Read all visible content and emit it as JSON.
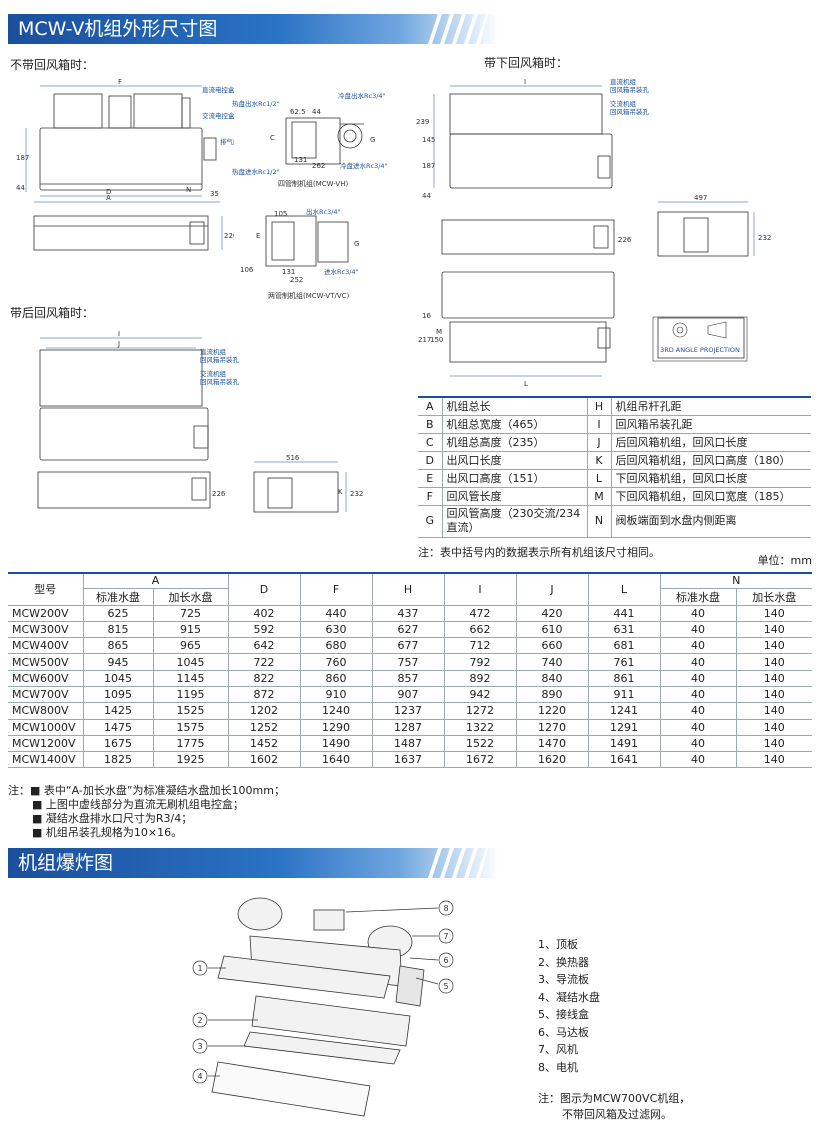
{
  "section1": {
    "title": "MCW-V机组外形尺寸图"
  },
  "section2": {
    "title": "机组爆炸图"
  },
  "views": {
    "no_return_box": "不带回风箱时：",
    "bottom_return_box": "带下回风箱时：",
    "rear_return_box": "带后回风箱时："
  },
  "drawing_labels": {
    "four_pipe": "四管制机组(MCW-VH)",
    "two_pipe": "两管制机组(MCW-VT/VC)",
    "dc_box": "直流电控盒",
    "ac_box": "交流电控盒",
    "vent_valve": "排气阀",
    "hot_out": "热盘出水Rc1/2\"",
    "hot_in": "热盘进水Rc1/2\"",
    "cold_out": "冷盘出水Rc3/4\"",
    "cold_in": "冷盘进水Rc3/4\"",
    "out_water": "出水Rc3/4\"",
    "in_water": "进水Rc3/4\"",
    "dc_unit": "直流机组",
    "return_hole": "回风箱吊装孔",
    "ac_unit": "交流机组",
    "projection": "3RD ANGLE PROJECTION",
    "dims": {
      "d187": "187",
      "d44": "44",
      "d35": "35",
      "d226": "226",
      "d239": "239",
      "d145": "145",
      "d497": "497",
      "d232": "232",
      "d516": "516",
      "d16": "16",
      "d217": "217",
      "d150": "150",
      "d62_5": "62.5",
      "d44b": "44",
      "d131": "131",
      "d262": "262",
      "d105": "105",
      "d106": "106",
      "d252": "252"
    },
    "letters": {
      "A": "A",
      "B": "B",
      "C": "C",
      "D": "D",
      "E": "E",
      "F": "F",
      "G": "G",
      "H": "H",
      "I": "I",
      "J": "J",
      "K": "K",
      "L": "L",
      "M": "M",
      "N": "N"
    }
  },
  "legend": [
    {
      "k1": "A",
      "v1": "机组总长",
      "k2": "H",
      "v2": "机组吊杆孔距"
    },
    {
      "k1": "B",
      "v1": "机组总宽度（465）",
      "k2": "I",
      "v2": "回风箱吊装孔距"
    },
    {
      "k1": "C",
      "v1": "机组总高度（235）",
      "k2": "J",
      "v2": "后回风箱机组，回风口长度"
    },
    {
      "k1": "D",
      "v1": "出风口长度",
      "k2": "K",
      "v2": "后回风箱机组，回风口高度（180）"
    },
    {
      "k1": "E",
      "v1": "出风口高度（151）",
      "k2": "L",
      "v2": "下回风箱机组，回风口长度"
    },
    {
      "k1": "F",
      "v1": "回风管长度",
      "k2": "M",
      "v2": "下回风箱机组，回风口宽度（185）"
    },
    {
      "k1": "G",
      "v1": "回风管高度（230交流/234直流）",
      "k2": "N",
      "v2": "阀板端面到水盘内侧距离"
    }
  ],
  "legend_note": "注：表中括号内的数据表示所有机组该尺寸相同。",
  "unit": "单位：mm",
  "spec": {
    "headers": {
      "model": "型号",
      "A": "A",
      "D": "D",
      "F": "F",
      "H": "H",
      "I": "I",
      "J": "J",
      "L": "L",
      "N": "N",
      "std": "标准水盘",
      "ext": "加长水盘"
    },
    "rows": [
      {
        "model": "MCW200V",
        "a1": "625",
        "a2": "725",
        "d": "402",
        "f": "440",
        "h": "437",
        "i": "472",
        "j": "420",
        "l": "441",
        "n1": "40",
        "n2": "140"
      },
      {
        "model": "MCW300V",
        "a1": "815",
        "a2": "915",
        "d": "592",
        "f": "630",
        "h": "627",
        "i": "662",
        "j": "610",
        "l": "631",
        "n1": "40",
        "n2": "140"
      },
      {
        "model": "MCW400V",
        "a1": "865",
        "a2": "965",
        "d": "642",
        "f": "680",
        "h": "677",
        "i": "712",
        "j": "660",
        "l": "681",
        "n1": "40",
        "n2": "140"
      },
      {
        "model": "MCW500V",
        "a1": "945",
        "a2": "1045",
        "d": "722",
        "f": "760",
        "h": "757",
        "i": "792",
        "j": "740",
        "l": "761",
        "n1": "40",
        "n2": "140"
      },
      {
        "model": "MCW600V",
        "a1": "1045",
        "a2": "1145",
        "d": "822",
        "f": "860",
        "h": "857",
        "i": "892",
        "j": "840",
        "l": "861",
        "n1": "40",
        "n2": "140"
      },
      {
        "model": "MCW700V",
        "a1": "1095",
        "a2": "1195",
        "d": "872",
        "f": "910",
        "h": "907",
        "i": "942",
        "j": "890",
        "l": "911",
        "n1": "40",
        "n2": "140"
      },
      {
        "model": "MCW800V",
        "a1": "1425",
        "a2": "1525",
        "d": "1202",
        "f": "1240",
        "h": "1237",
        "i": "1272",
        "j": "1220",
        "l": "1241",
        "n1": "40",
        "n2": "140"
      },
      {
        "model": "MCW1000V",
        "a1": "1475",
        "a2": "1575",
        "d": "1252",
        "f": "1290",
        "h": "1287",
        "i": "1322",
        "j": "1270",
        "l": "1291",
        "n1": "40",
        "n2": "140"
      },
      {
        "model": "MCW1200V",
        "a1": "1675",
        "a2": "1775",
        "d": "1452",
        "f": "1490",
        "h": "1487",
        "i": "1522",
        "j": "1470",
        "l": "1491",
        "n1": "40",
        "n2": "140"
      },
      {
        "model": "MCW1400V",
        "a1": "1825",
        "a2": "1925",
        "d": "1602",
        "f": "1640",
        "h": "1637",
        "i": "1672",
        "j": "1620",
        "l": "1641",
        "n1": "40",
        "n2": "140"
      }
    ]
  },
  "notes": [
    "注：■ 表中“A-加长水盘”为标准凝结水盘加长100mm；",
    "■ 上图中虚线部分为直流无刷机组电控盒；",
    "■ 凝结水盘排水口尺寸为R3/4；",
    "■ 机组吊装孔规格为10×16。"
  ],
  "parts": [
    "1、顶板",
    "2、换热器",
    "3、导流板",
    "4、凝结水盘",
    "5、接线盒",
    "6、马达板",
    "7、风机",
    "8、电机"
  ],
  "parts_note": [
    "注：图示为MCW700VC机组，",
    "不带回风箱及过滤网。"
  ],
  "callouts": [
    "1",
    "2",
    "3",
    "4",
    "5",
    "6",
    "7",
    "8"
  ],
  "colors": {
    "brand_blue": "#1a4f9c",
    "line": "#333333",
    "dim_blue": "#1a4f9c"
  }
}
